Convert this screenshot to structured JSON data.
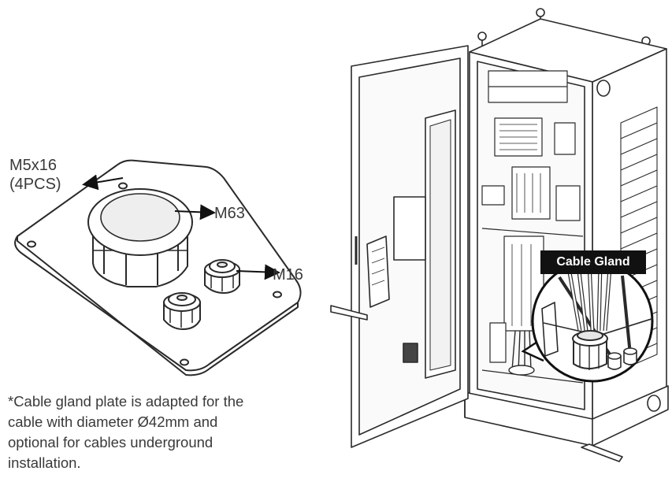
{
  "callouts": {
    "screw_line1": "M5x16",
    "screw_line2": "(4PCS)",
    "large_gland": "M63",
    "small_gland": "M16",
    "cabinet_tag": "Cable Gland"
  },
  "note": "*Cable gland plate is adapted for the cable with diameter Ø42mm and optional for cables underground installation.",
  "colors": {
    "line": "#2a2a2a",
    "tag_background": "#111111",
    "tag_text": "#ffffff",
    "text": "#3a3a3a"
  }
}
